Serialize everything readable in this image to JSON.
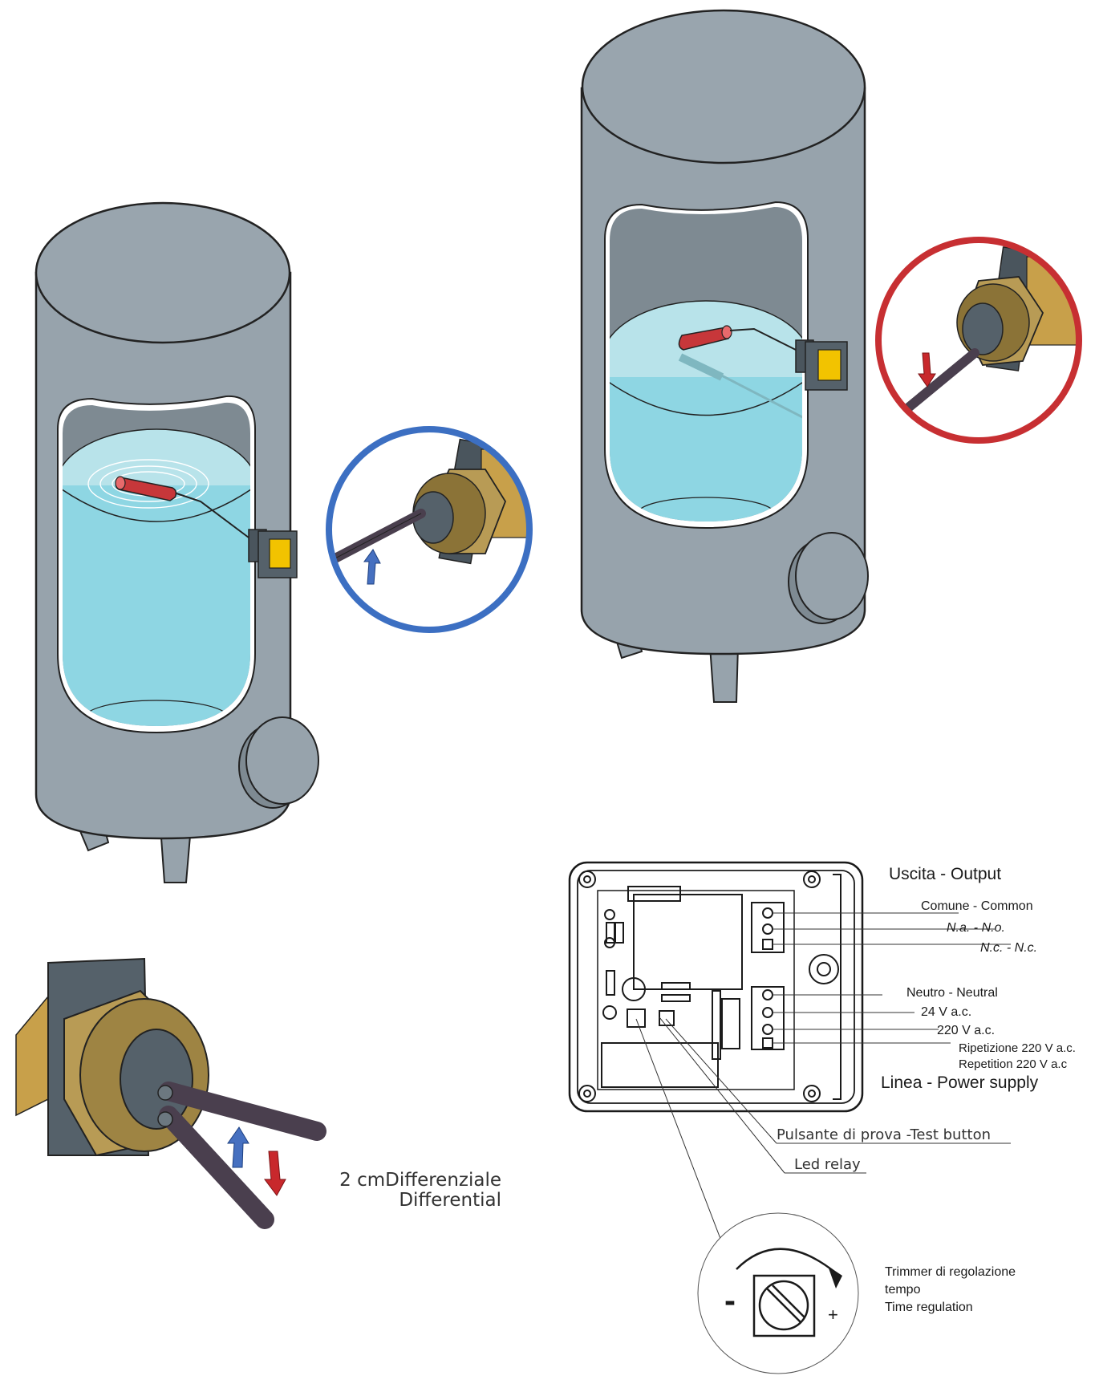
{
  "colors": {
    "tank": "#97a3ac",
    "tank_dark": "#7e8a92",
    "tank_shadow": "#6e7b83",
    "water_surface": "#b8e3ea",
    "water_body": "#8ed6e3",
    "float_red": "#c7373a",
    "brass": "#b89b55",
    "brass_dark": "#8b7337",
    "terminal_yellow": "#f2c300",
    "cable": "#4a3f4e",
    "arrow_blue": "#4670c0",
    "arrow_red": "#c8282c",
    "circle_blue": "#3c6fc2",
    "circle_red": "#c72f32"
  },
  "icons": {
    "up_arrow": "up-arrow-icon",
    "down_arrow": "down-arrow-icon",
    "minus": "minus-icon",
    "plus": "plus-icon",
    "trimmer": "trimmer-screw-icon",
    "rotation": "clockwise-arrow-icon"
  },
  "board": {
    "output_title": "Uscita - Output",
    "out_common": "Comune - Common",
    "out_no": "N.a. - N.o.",
    "out_nc": "N.c. - N.c.",
    "in_neutral": "Neutro - Neutral",
    "in_24v": "24 V a.c.",
    "in_220v": "220 V a.c.",
    "in_rep_it": "Ripetizione 220 V a.c.",
    "in_rep_en": "Repetition 220 V a.c",
    "power_title": "Linea - Power supply",
    "test_button": "Pulsante di prova -Test button",
    "led_relay": "Led relay"
  },
  "differential": {
    "line1": "2 cmDifferenziale",
    "line2": "Differential"
  },
  "trimmer": {
    "minus": "-",
    "plus": "+",
    "line1": "Trimmer di regolazione",
    "line2": "tempo",
    "line3": "Time regulation"
  }
}
